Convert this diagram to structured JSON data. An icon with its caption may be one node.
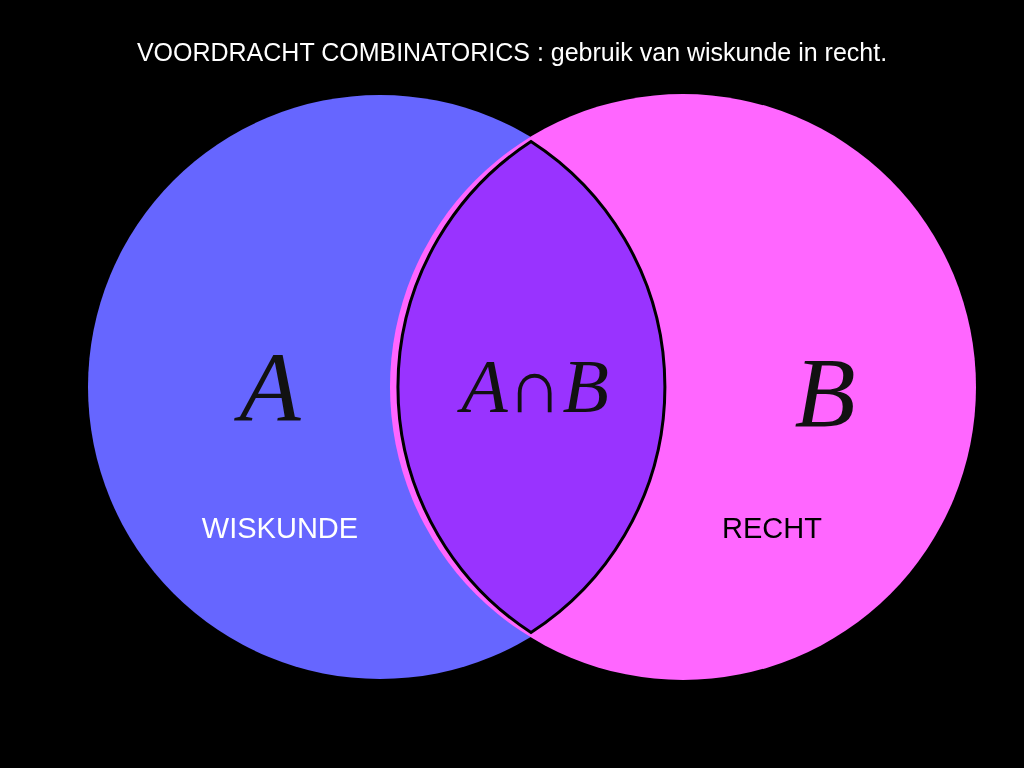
{
  "diagram": {
    "title": "VOORDRACHT COMBINATORICS : gebruik van wiskunde in recht.",
    "nodes": [
      {
        "text": [
          "A",
          "WISKUNDE"
        ]
      },
      {
        "text": [
          "B",
          "RECHT"
        ]
      },
      {
        "text": [
          "A∩B"
        ]
      }
    ]
  }
}
